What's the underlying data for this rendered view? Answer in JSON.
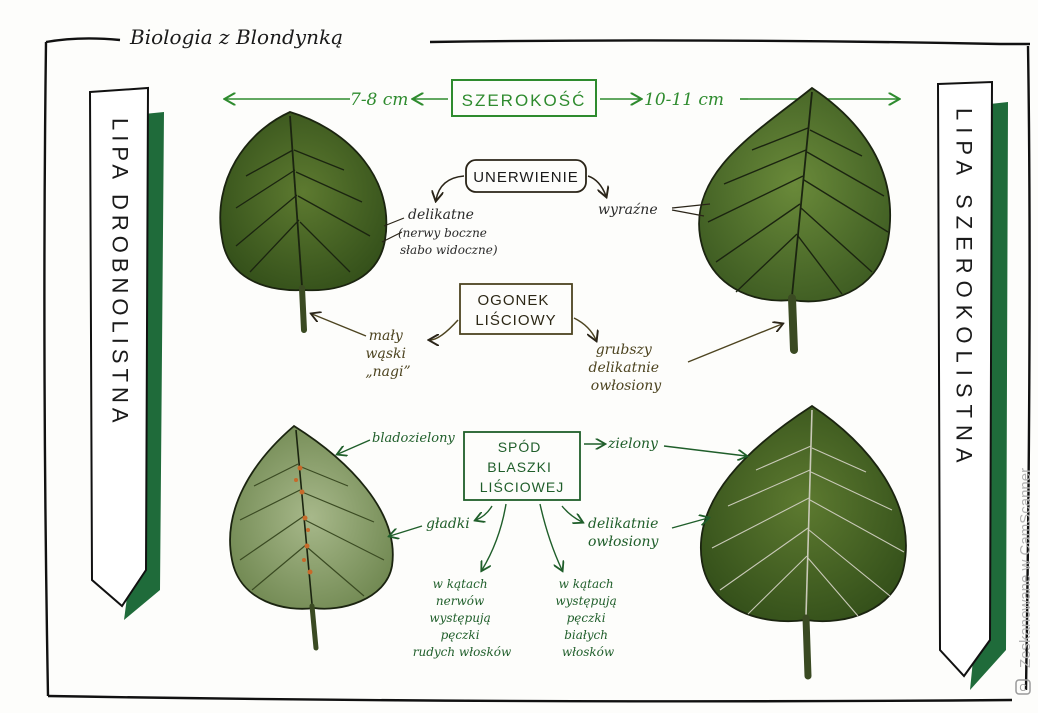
{
  "header": {
    "title": "Biologia z Blondynką"
  },
  "banners": {
    "left": "LIPA DROBNOLISTNA",
    "right": "LIPA SZEROKOLISTNA"
  },
  "width": {
    "heading": "SZEROKOŚĆ",
    "left_value": "7-8 cm",
    "right_value": "10-11 cm"
  },
  "venation": {
    "heading": "UNERWIENIE",
    "left_note": [
      "delikatne",
      "(nerwy boczne",
      "słabo widoczne)"
    ],
    "right_note": "wyraźne"
  },
  "petiole": {
    "heading": [
      "OGONEK",
      "LIŚCIOWY"
    ],
    "left_note": [
      "mały",
      "wąski",
      "„nagi”"
    ],
    "right_note": [
      "grubszy",
      "delikatnie",
      "owłosiony"
    ]
  },
  "underside": {
    "heading": [
      "SPÓD",
      "BLASZKI",
      "LIŚCIOWEJ"
    ],
    "left_color": "bladozielony",
    "right_color": "zielony",
    "left_texture": "gładki",
    "right_texture": [
      "delikatnie",
      "owłosiony"
    ],
    "left_hair_note": [
      "w kątach",
      "nerwów",
      "występują",
      "pęczki",
      "rudych włosków"
    ],
    "right_hair_note": [
      "w kątach",
      "występują",
      "pęczki",
      "białych",
      "włosków"
    ]
  },
  "watermark": "Zeskanowane w CamScanner",
  "colors": {
    "leaf_dark": "#3f5a1e",
    "leaf_light": "#7f9b58",
    "banner_green": "#1f6b3a",
    "accent_green": "#2e8b2e",
    "ink": "#2a2418"
  },
  "icons": [
    "camscanner-icon"
  ]
}
